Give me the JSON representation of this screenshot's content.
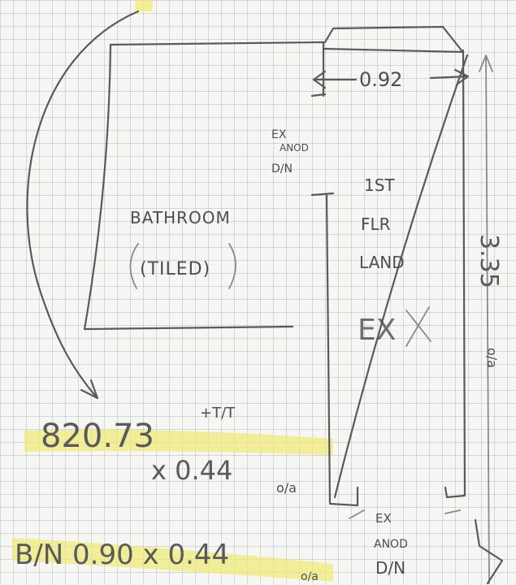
{
  "room": {
    "name": "BATHROOM",
    "finish": "(TILED)"
  },
  "landing": {
    "line1": "1ST",
    "line2": "FLR",
    "line3": "LAND",
    "status": "EX"
  },
  "door_top": {
    "line1": "EX",
    "line2": "ANOD",
    "line3": "D/N"
  },
  "door_bottom": {
    "line1": "EX",
    "line2": "ANOD",
    "line3": "D/N"
  },
  "dimensions": {
    "width": "0.92",
    "length": "3.35",
    "length_suffix": "o/a"
  },
  "notes": {
    "code": "820.73",
    "code_suffix": "+T/T",
    "size": "x 0.44",
    "size_suffix": "o/a",
    "bin": "B/N 0.90 x 0.44",
    "bin_suffix": "o/a"
  },
  "colors": {
    "highlight": "#efe97a",
    "pencil": "#5a5a5a",
    "grid": "#9aa0af"
  }
}
